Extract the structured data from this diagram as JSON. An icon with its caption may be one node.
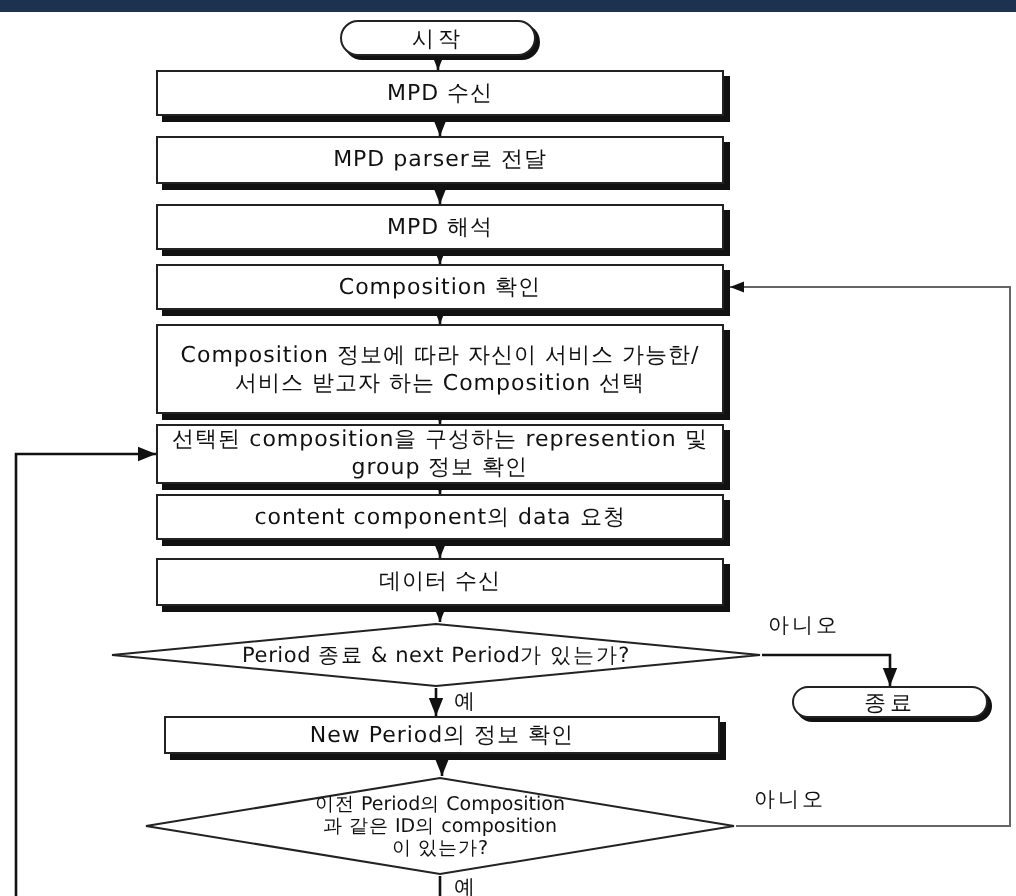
{
  "diagram": {
    "nodes": [
      {
        "text": [
          "시작"
        ]
      },
      {
        "text": [
          "MPD 수신"
        ]
      },
      {
        "text": [
          "MPD parser로 전달"
        ]
      },
      {
        "text": [
          "MPD 해석"
        ]
      },
      {
        "text": [
          "Composition 확인"
        ]
      },
      {
        "text": [
          "Composition 정보에 따라 자신이 서비스 가능한/서비스 받고자 하는 Composition 선택"
        ]
      },
      {
        "text": [
          "선택된 composition을 구성하는 represention 및 group 정보 확인"
        ]
      },
      {
        "text": [
          "content component의 data 요청"
        ]
      },
      {
        "text": [
          "데이터 수신"
        ]
      },
      {
        "text": [
          "Period 종료 & next Period가 있는가?"
        ]
      },
      {
        "text": [
          "종료"
        ]
      },
      {
        "text": [
          "New Period의 정보 확인"
        ]
      },
      {
        "text": [
          "이전 Period의 Composition과 같은 ID의 composition이 있는가?"
        ]
      }
    ],
    "edges": [
      {
        "from": 0,
        "to": 1,
        "arrow": "to"
      },
      {
        "from": 1,
        "to": 2,
        "arrow": "to"
      },
      {
        "from": 2,
        "to": 3,
        "arrow": "to"
      },
      {
        "from": 3,
        "to": 4,
        "arrow": "to"
      },
      {
        "from": 4,
        "to": 5,
        "arrow": "to"
      },
      {
        "from": 5,
        "to": 6,
        "arrow": "to"
      },
      {
        "from": 6,
        "to": 7,
        "arrow": "to"
      },
      {
        "from": 7,
        "to": 8,
        "arrow": "to"
      },
      {
        "from": 8,
        "to": 9,
        "arrow": "to"
      },
      {
        "from": 9,
        "to": 10,
        "arrow": "to",
        "label": "아니오"
      },
      {
        "from": 9,
        "to": 11,
        "arrow": "to",
        "label": "예"
      },
      {
        "from": 11,
        "to": 12,
        "arrow": "to"
      },
      {
        "from": 12,
        "to": 4,
        "arrow": "to",
        "label": "아니오"
      },
      {
        "from": 12,
        "to": null,
        "arrow": "none",
        "label": "예"
      },
      {
        "from": null,
        "to": 6,
        "arrow": "to"
      }
    ]
  }
}
